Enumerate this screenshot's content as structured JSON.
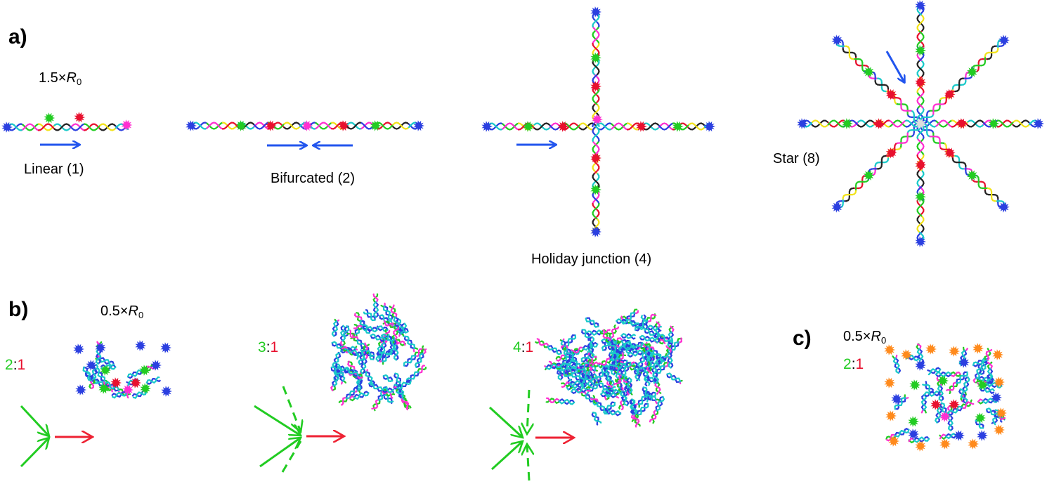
{
  "panels": {
    "a": "a)",
    "b": "b)",
    "c": "c)"
  },
  "captions": {
    "linear": "Linear (1)",
    "bifurcated": "Bifurcated (2)",
    "holiday": "Holiday junction (4)",
    "star": "Star (8)"
  },
  "distances": {
    "a": {
      "factor": "1.5×",
      "symbol": "R",
      "sub": "0"
    },
    "b": {
      "factor": "0.5×",
      "symbol": "R",
      "sub": "0"
    },
    "c": {
      "factor": "0.5×",
      "symbol": "R",
      "sub": "0"
    }
  },
  "ratios": {
    "b1": {
      "left": "2",
      "sep": ":",
      "right": "1"
    },
    "b2": {
      "left": "3",
      "sep": ":",
      "right": "1"
    },
    "b3": {
      "left": "4",
      "sep": ":",
      "right": "1"
    },
    "c": {
      "left": "2",
      "sep": ":",
      "right": "1"
    }
  },
  "colors": {
    "donor_blue": "#2b3fe0",
    "acceptor_green": "#22cc22",
    "acceptor_red": "#e8102e",
    "center_magenta": "#ff2fd1",
    "outer_orange": "#ff8a1c",
    "arrow_blue": "#2255ee",
    "arrow_green": "#22cc22",
    "arrow_red": "#ee2233"
  }
}
